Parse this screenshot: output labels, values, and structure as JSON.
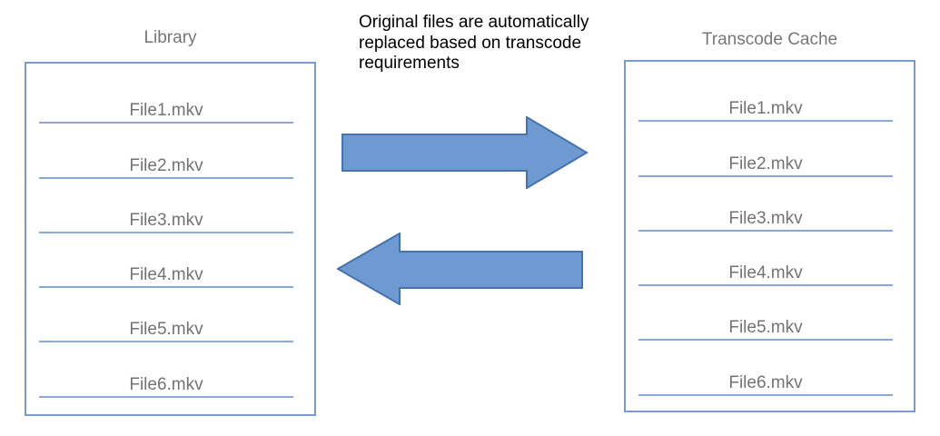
{
  "diagram": {
    "caption": {
      "lines": [
        "Original files are automatically",
        "replaced based on transcode",
        "requirements"
      ]
    },
    "library": {
      "title": "Library",
      "files": [
        "File1.mkv",
        "File2.mkv",
        "File3.mkv",
        "File4.mkv",
        "File5.mkv",
        "File6.mkv"
      ]
    },
    "transcode_cache": {
      "title": "Transcode Cache",
      "files": [
        "File1.mkv",
        "File2.mkv",
        "File3.mkv",
        "File4.mkv",
        "File5.mkv",
        "File6.mkv"
      ]
    },
    "arrows": [
      {
        "name": "library-to-cache",
        "direction": "right"
      },
      {
        "name": "cache-to-library",
        "direction": "left"
      }
    ],
    "colors": {
      "arrow_fill": "#6F9AD1",
      "arrow_stroke": "#4673AE",
      "box_border": "#7C9AC8",
      "underline": "#8CA9D6",
      "file_text": "#737373",
      "title_text": "#777777"
    }
  }
}
